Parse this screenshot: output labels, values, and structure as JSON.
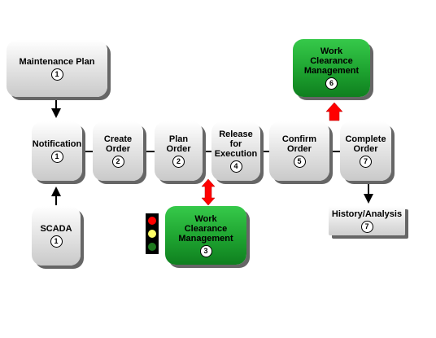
{
  "nodes": {
    "maintenance_plan": {
      "label": "Maintenance Plan",
      "step": "1"
    },
    "notification": {
      "label": "Notification",
      "step": "1"
    },
    "scada": {
      "label": "SCADA",
      "step": "1"
    },
    "create_order": {
      "label": "Create\nOrder",
      "step": "2"
    },
    "plan_order": {
      "label": "Plan\nOrder",
      "step": "2"
    },
    "release_execution": {
      "label": "Release\nfor\nExecution",
      "step": "4"
    },
    "confirm_order": {
      "label": "Confirm\nOrder",
      "step": "5"
    },
    "complete_order": {
      "label": "Complete\nOrder",
      "step": "7"
    },
    "wcm_top": {
      "label": "Work\nClearance\nManagement",
      "step": "6"
    },
    "wcm_bottom": {
      "label": "Work\nClearance\nManagement",
      "step": "3"
    },
    "history_analysis": {
      "label": "History/Analysis",
      "step": "7"
    }
  },
  "colors": {
    "node_gray": "#dcdcdc",
    "node_green": "#1ea330",
    "arrow_red": "#ff0000",
    "connector": "#000000",
    "shadow": "#666666",
    "traffic_light": [
      "#ff0000",
      "#ffff66",
      "#1e7a1e"
    ]
  },
  "icons": {
    "traffic_light": "traffic-light-icon"
  }
}
